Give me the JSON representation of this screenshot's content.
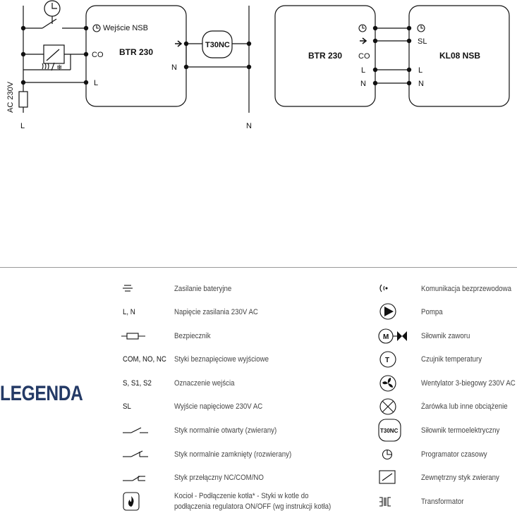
{
  "diagram_left": {
    "box_label": "BTR 230",
    "input_label": "Wejście NSB",
    "terminal_co": "CO",
    "terminal_l": "L",
    "terminal_n": "N",
    "actuator_label": "T30NC",
    "supply_label": "AC 230V",
    "bottom_l": "L",
    "bottom_n": "N"
  },
  "diagram_right": {
    "left_box_label": "BTR 230",
    "right_box_label": "KL08 NSB",
    "left_co": "CO",
    "left_l": "L",
    "left_n": "N",
    "right_sl": "SL",
    "right_l": "L",
    "right_n": "N"
  },
  "legend": {
    "title": "LEGENDA",
    "left_items": [
      {
        "symbol": "",
        "icon": "battery-icon",
        "desc": "Zasilanie bateryjne"
      },
      {
        "symbol": "L, N",
        "icon": "",
        "desc": "Napięcie zasilania 230V AC"
      },
      {
        "symbol": "",
        "icon": "fuse-icon",
        "desc": "Bezpiecznik"
      },
      {
        "symbol": "COM, NO, NC",
        "icon": "",
        "desc": "Styki beznapięciowe wyjściowe"
      },
      {
        "symbol": "S, S1, S2",
        "icon": "",
        "desc": "Oznaczenie wejścia"
      },
      {
        "symbol": "SL",
        "icon": "",
        "desc": "Wyjście napięciowe 230V AC"
      },
      {
        "symbol": "",
        "icon": "normally-open-contact-icon",
        "desc": "Styk normalnie otwarty (zwierany)"
      },
      {
        "symbol": "",
        "icon": "normally-closed-contact-icon",
        "desc": "Styk normalnie zamknięty (rozwierany)"
      },
      {
        "symbol": "",
        "icon": "changeover-contact-icon",
        "desc": "Styk przełączny NC/COM/NO"
      },
      {
        "symbol": "",
        "icon": "boiler-flame-icon",
        "desc1": "Kocioł - Podłączenie kotła* - Styki w kotle do",
        "desc2": "podłączenia regulatora ON/OFF (wg instrukcji kotła)"
      }
    ],
    "right_items": [
      {
        "icon": "wireless-icon",
        "desc": "Komunikacja bezprzewodowa"
      },
      {
        "icon": "pump-icon",
        "desc": "Pompa"
      },
      {
        "icon": "valve-actuator-icon",
        "icon_text": "M",
        "desc": "Siłownik zaworu"
      },
      {
        "icon": "temperature-sensor-icon",
        "icon_text": "T",
        "desc": "Czujnik temperatury"
      },
      {
        "icon": "fan-icon",
        "desc": "Wentylator 3-biegowy 230V AC"
      },
      {
        "icon": "bulb-load-icon",
        "desc": "Żarówka lub inne obciążenie"
      },
      {
        "icon": "thermoelectric-actuator-icon",
        "icon_text": "T30NC",
        "desc": "Siłownik termoelektryczny"
      },
      {
        "icon": "timer-icon",
        "desc": "Programator czasowy"
      },
      {
        "icon": "external-contact-icon",
        "desc": "Zewnętrzny styk zwierany"
      },
      {
        "icon": "transformer-icon",
        "desc": "Transformator"
      }
    ]
  }
}
